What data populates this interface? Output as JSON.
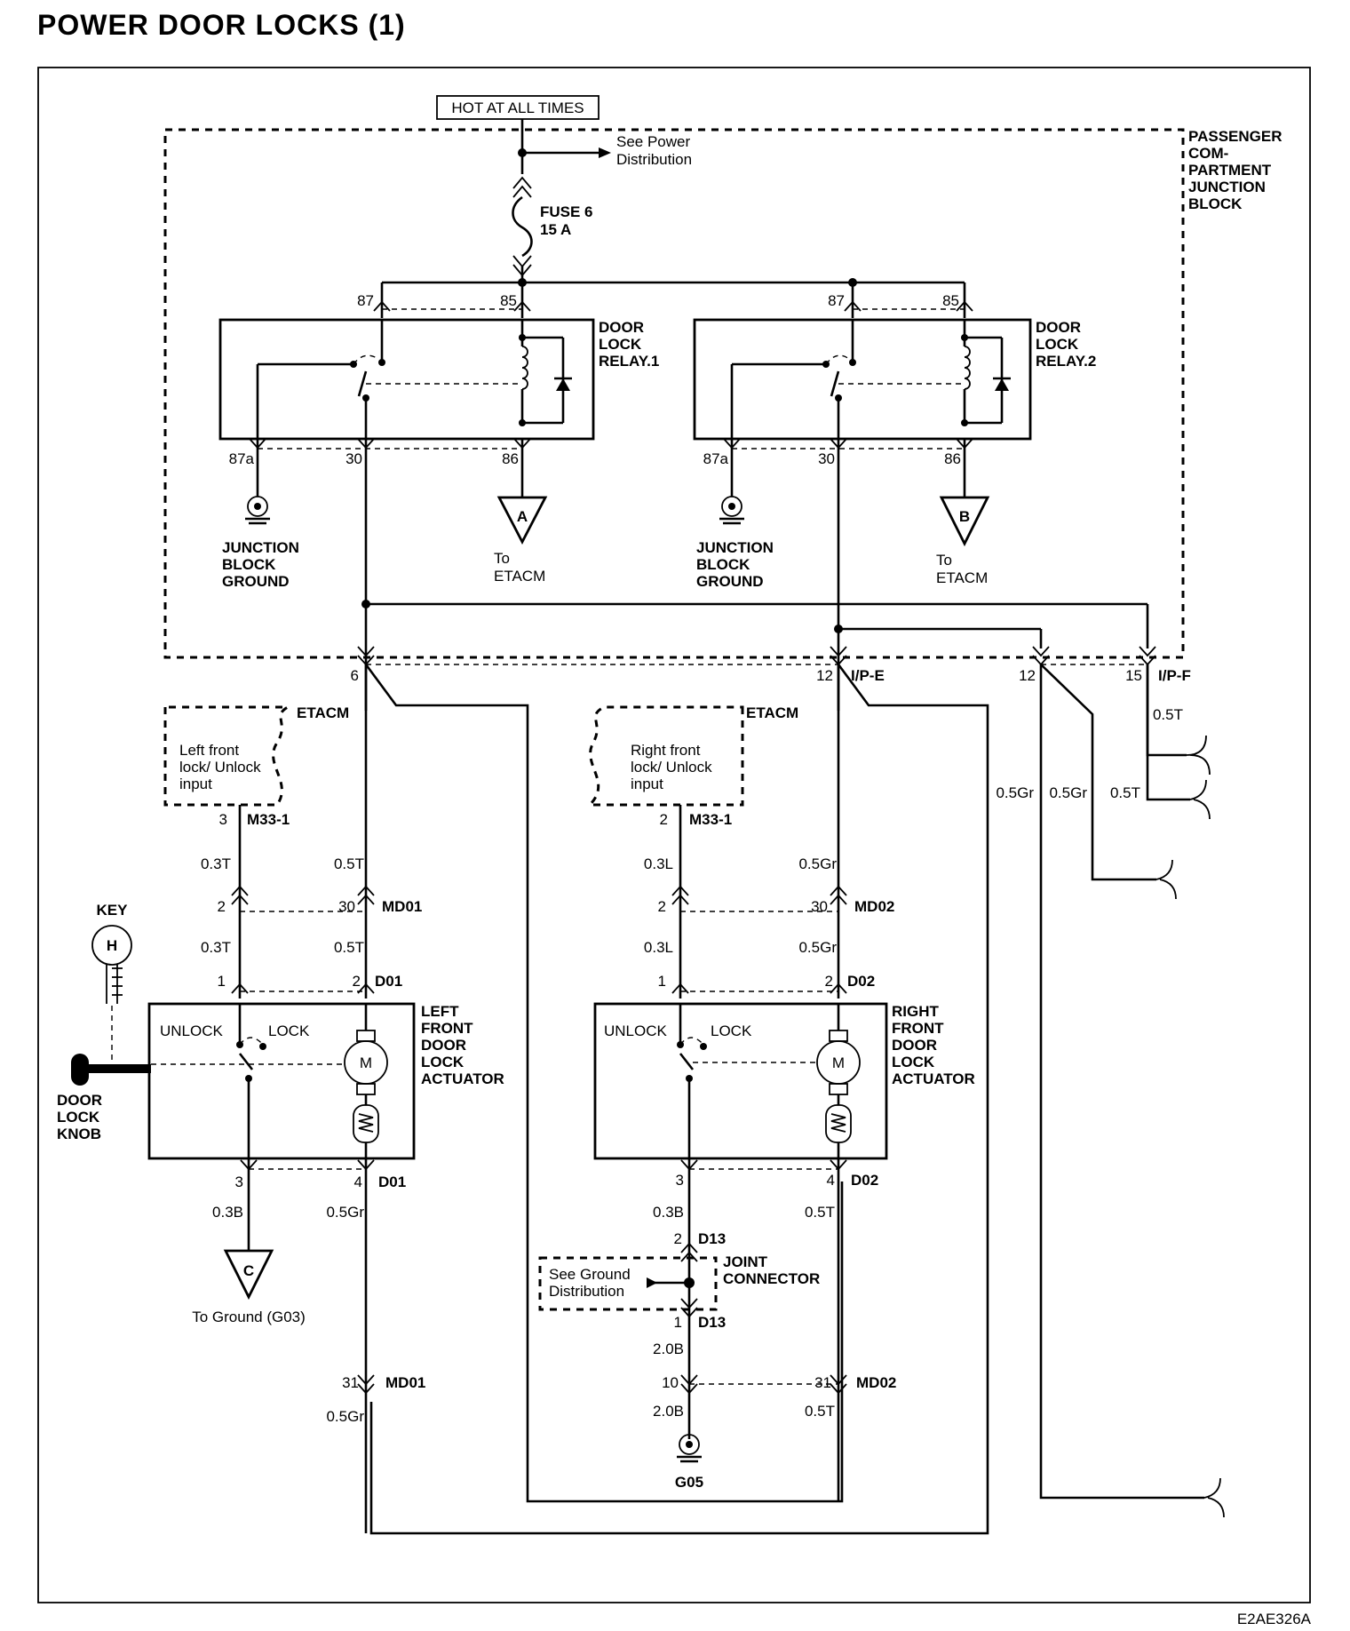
{
  "title": "POWER DOOR LOCKS (1)",
  "footer_code": "E2AE326A",
  "power": {
    "hot_label": "HOT AT ALL TIMES",
    "see_power": [
      "See Power",
      "Distribution"
    ],
    "fuse": [
      "FUSE 6",
      "15 A"
    ]
  },
  "junction_block": {
    "label": [
      "PASSENGER",
      "COM-",
      "PARTMENT",
      "JUNCTION",
      "BLOCK"
    ],
    "ground_label": [
      "JUNCTION",
      "BLOCK",
      "GROUND"
    ]
  },
  "relay1": {
    "label": [
      "DOOR",
      "LOCK",
      "RELAY.1"
    ],
    "pins": {
      "p87": "87",
      "p85": "85",
      "p87a": "87a",
      "p30": "30",
      "p86": "86"
    },
    "to": [
      "To",
      "ETACM"
    ],
    "marker": "A"
  },
  "relay2": {
    "label": [
      "DOOR",
      "LOCK",
      "RELAY.2"
    ],
    "pins": {
      "p87": "87",
      "p85": "85",
      "p87a": "87a",
      "p30": "30",
      "p86": "86"
    },
    "to": [
      "To",
      "ETACM"
    ],
    "marker": "B"
  },
  "connectors": {
    "ipe_left_pin": "6",
    "ipe_right_pin": "12",
    "ipe_name": "I/P-E",
    "ipf_left_pin": "12",
    "ipf_right_pin": "15",
    "ipf_name": "I/P-F"
  },
  "etacm_left": {
    "name": "ETACM",
    "text": [
      "Left front",
      "lock/ Unlock",
      "input"
    ],
    "pin": "3",
    "conn": "M33-1"
  },
  "etacm_right": {
    "name": "ETACM",
    "text": [
      "Right front",
      "lock/ Unlock",
      "input"
    ],
    "pin": "2",
    "conn": "M33-1"
  },
  "left_side": {
    "wire_03T_a": "0.3T",
    "wire_05T_a": "0.5T",
    "md_pin2": "2",
    "md_pin30": "30",
    "md_name": "MD01",
    "wire_03T_b": "0.3T",
    "wire_05T_b": "0.5T",
    "d_pin1": "1",
    "d_pin2": "2",
    "d_name": "D01",
    "actuator_label": [
      "LEFT",
      "FRONT",
      "DOOR",
      "LOCK",
      "ACTUATOR"
    ],
    "unlock": "UNLOCK",
    "lock": "LOCK",
    "motor": "M",
    "d_pin3": "3",
    "d_pin4": "4",
    "d_name2": "D01",
    "wire_03B": "0.3B",
    "wire_05Gr_a": "0.5Gr",
    "ground_marker": "C",
    "to_ground": "To Ground (G03)",
    "md31": "31",
    "md_name2": "MD01",
    "wire_05Gr_b": "0.5Gr",
    "key_label": "KEY",
    "key_marker": "H",
    "knob_label": [
      "DOOR",
      "LOCK",
      "KNOB"
    ]
  },
  "right_side": {
    "wire_03L_a": "0.3L",
    "wire_05Gr_a": "0.5Gr",
    "md_pin2": "2",
    "md_pin30": "30",
    "md_name": "MD02",
    "wire_03L_b": "0.3L",
    "wire_05Gr_b": "0.5Gr",
    "d_pin1": "1",
    "d_pin2": "2",
    "d_name": "D02",
    "actuator_label": [
      "RIGHT",
      "FRONT",
      "DOOR",
      "LOCK",
      "ACTUATOR"
    ],
    "unlock": "UNLOCK",
    "lock": "LOCK",
    "motor": "M",
    "d_pin3": "3",
    "d_pin4": "4",
    "d_name2": "D02",
    "wire_03B": "0.3B",
    "wire_05T_a": "0.5T",
    "d13_pin2": "2",
    "d13_name": "D13",
    "joint_label": [
      "JOINT",
      "CONNECTOR"
    ],
    "see_ground": [
      "See Ground",
      "Distribution"
    ],
    "d13_pin1": "1",
    "d13_name2": "D13",
    "wire_20B_a": "2.0B",
    "pin10": "10",
    "md31": "31",
    "md_name2": "MD02",
    "wire_20B_b": "2.0B",
    "wire_05T_b": "0.5T",
    "ground_label": "G05"
  },
  "far_right": {
    "wire_05Gr_1": "0.5Gr",
    "wire_05Gr_2": "0.5Gr",
    "wire_05T_1": "0.5T",
    "wire_05T_2": "0.5T"
  }
}
